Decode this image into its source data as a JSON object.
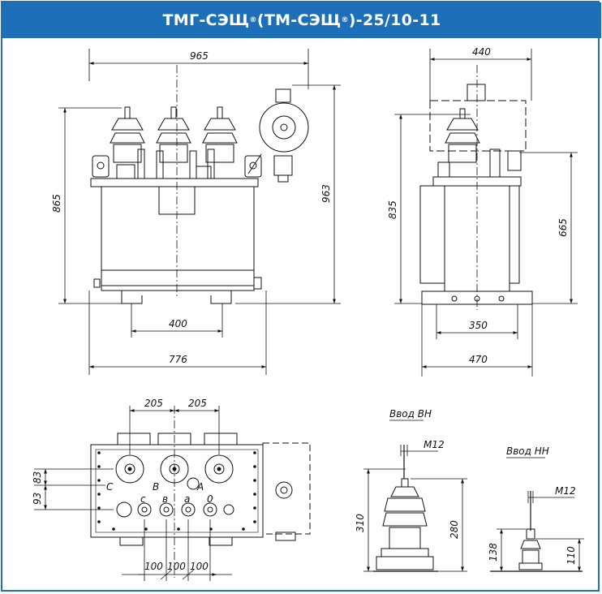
{
  "title": {
    "prefix": "ТМГ-СЭЩ",
    "reg1": "®",
    "middle": " (ТМ-СЭЩ",
    "reg2": "®",
    "suffix": ")-25/10-11"
  },
  "colors": {
    "frame": "#1d6fb8",
    "title_text": "#ffffff",
    "line": "#111111"
  },
  "front_view": {
    "width_top": "965",
    "height_left": "865",
    "height_right": "963",
    "base_inner": "400",
    "base_outer": "776"
  },
  "side_view": {
    "width_top": "440",
    "height_left": "835",
    "height_right": "665",
    "base_inner": "350",
    "base_outer": "470"
  },
  "top_view": {
    "spacing_1": "205",
    "spacing_2": "205",
    "vert_1": "83",
    "vert_2": "93",
    "hv_label_C": "C",
    "hv_label_B": "B",
    "hv_label_A": "A",
    "lv_label_c": "с",
    "lv_label_b": "в",
    "lv_label_a": "а",
    "lv_label_0": "0",
    "pitch_1": "100",
    "pitch_2": "100",
    "pitch_3": "100"
  },
  "hv_bushing": {
    "caption": "Ввод ВН",
    "thread": "М12",
    "total_height": "310",
    "body_height": "280"
  },
  "lv_bushing": {
    "caption": "Ввод НН",
    "thread": "М12",
    "total_height": "138",
    "body_height": "110"
  }
}
